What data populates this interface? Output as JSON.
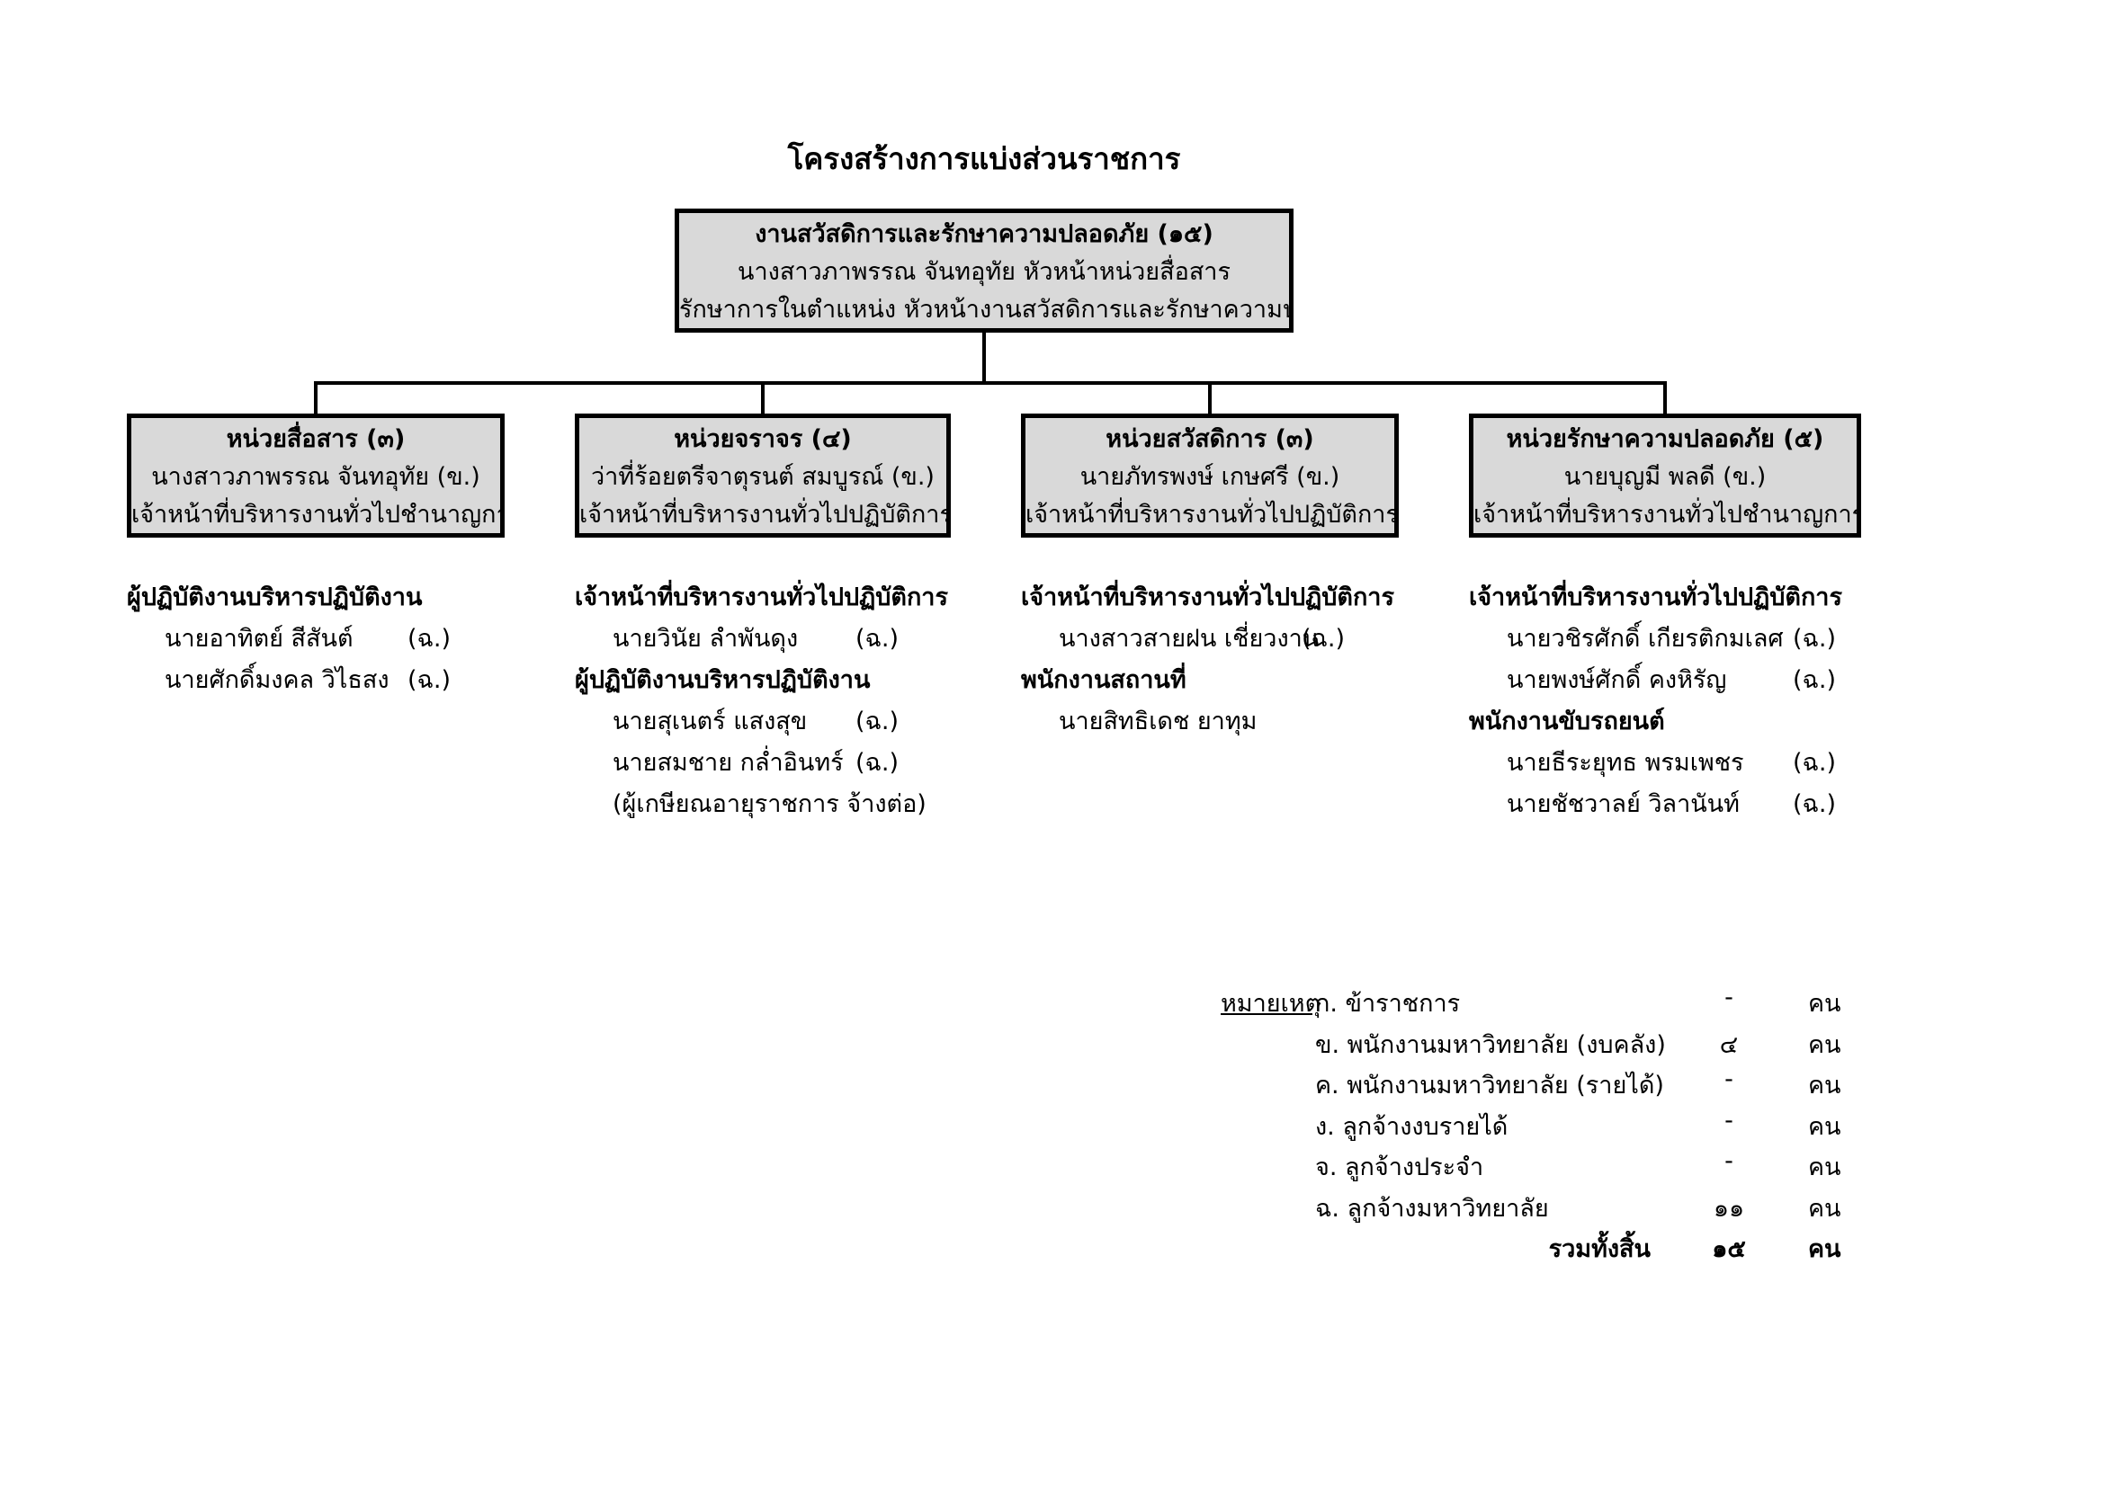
{
  "page_title": "โครงสร้างการแบ่งส่วนราชการ",
  "root_box": {
    "title": "งานสวัสดิการและรักษาความปลอดภัย (๑๕)",
    "head_name": "นางสาวภาพรรณ  จันทอุทัย หัวหน้าหน่วยสื่อสาร",
    "head_position": "รักษาการในตำแหน่ง หัวหน้างานสวัสดิการและรักษาความปลอดภัย"
  },
  "units": [
    {
      "title": "หน่วยสื่อสาร (๓)",
      "head_name": "นางสาวภาพรรณ  จันทอุทัย (ข.)",
      "head_position": "เจ้าหน้าที่บริหารงานทั่วไปชำนาญการ",
      "staff": [
        {
          "kind": "heading",
          "text": "ผู้ปฏิบัติงานบริหารปฏิบัติงาน"
        },
        {
          "kind": "person",
          "name": "นายอาทิตย์  สีสันต์",
          "code": "(ฉ.)"
        },
        {
          "kind": "person",
          "name": "นายศักดิ์มงคล  วิไธสง",
          "code": "(ฉ.)"
        }
      ]
    },
    {
      "title": "หน่วยจราจร (๔)",
      "head_name": "ว่าที่ร้อยตรีจาตุรนต์  สมบูรณ์ (ข.)",
      "head_position": "เจ้าหน้าที่บริหารงานทั่วไปปฏิบัติการ",
      "staff": [
        {
          "kind": "heading",
          "text": "เจ้าหน้าที่บริหารงานทั่วไปปฏิบัติการ"
        },
        {
          "kind": "person",
          "name": "นายวินัย  ลำพันดุง",
          "code": "(ฉ.)"
        },
        {
          "kind": "heading",
          "text": "ผู้ปฏิบัติงานบริหารปฏิบัติงาน"
        },
        {
          "kind": "person",
          "name": "นายสุเนตร์  แสงสุข",
          "code": "(ฉ.)"
        },
        {
          "kind": "person",
          "name": "นายสมชาย  กล่ำอินทร์",
          "code": "(ฉ.)"
        },
        {
          "kind": "note",
          "name": "(ผู้เกษียณอายุราชการ จ้างต่อ)",
          "code": ""
        }
      ]
    },
    {
      "title": "หน่วยสวัสดิการ (๓)",
      "head_name": "นายภัทรพงษ์  เกษศรี  (ข.)",
      "head_position": "เจ้าหน้าที่บริหารงานทั่วไปปฏิบัติการ",
      "staff": [
        {
          "kind": "heading",
          "text": "เจ้าหน้าที่บริหารงานทั่วไปปฏิบัติการ"
        },
        {
          "kind": "person",
          "name": "นางสาวสายฝน  เชี่ยวงาน",
          "code": "(ฉ.)"
        },
        {
          "kind": "heading",
          "text": "พนักงานสถานที่"
        },
        {
          "kind": "person",
          "name": "นายสิทธิเดช  ยาทุม",
          "code": ""
        }
      ]
    },
    {
      "title": "หน่วยรักษาความปลอดภัย (๕)",
      "head_name": "นายบุญมี  พลดี  (ข.)",
      "head_position": "เจ้าหน้าที่บริหารงานทั่วไปชำนาญการ",
      "staff": [
        {
          "kind": "heading",
          "text": "เจ้าหน้าที่บริหารงานทั่วไปปฏิบัติการ"
        },
        {
          "kind": "person",
          "name": "นายวชิรศักดิ์  เกียรติกมเลศ",
          "code": "(ฉ.)"
        },
        {
          "kind": "person",
          "name": "นายพงษ์ศักดิ์  คงหิรัญ",
          "code": "(ฉ.)"
        },
        {
          "kind": "heading",
          "text": "พนักงานขับรถยนต์"
        },
        {
          "kind": "person",
          "name": "นายธีระยุทธ  พรมเพชร",
          "code": "(ฉ.)"
        },
        {
          "kind": "person",
          "name": "นายชัชวาลย์  วิลานันท์",
          "code": "(ฉ.)"
        }
      ]
    }
  ],
  "notes": {
    "label": "หมายเหตุ",
    "rows": [
      {
        "label": "ก. ข้าราชการ",
        "value": "-",
        "unit": "คน"
      },
      {
        "label": "ข. พนักงานมหาวิทยาลัย (งบคลัง)",
        "value": "๔",
        "unit": "คน"
      },
      {
        "label": "ค. พนักงานมหาวิทยาลัย (รายได้)",
        "value": "-",
        "unit": "คน"
      },
      {
        "label": "ง. ลูกจ้างงบรายได้",
        "value": "-",
        "unit": "คน"
      },
      {
        "label": "จ. ลูกจ้างประจำ",
        "value": "-",
        "unit": "คน"
      },
      {
        "label": "ฉ. ลูกจ้างมหาวิทยาลัย",
        "value": "๑๑",
        "unit": "คน"
      }
    ],
    "total": {
      "label": "รวมทั้งสิ้น",
      "value": "๑๕",
      "unit": "คน"
    }
  },
  "colors": {
    "box_fill": "#d9d9d9",
    "box_border": "#000000",
    "line": "#000000"
  }
}
